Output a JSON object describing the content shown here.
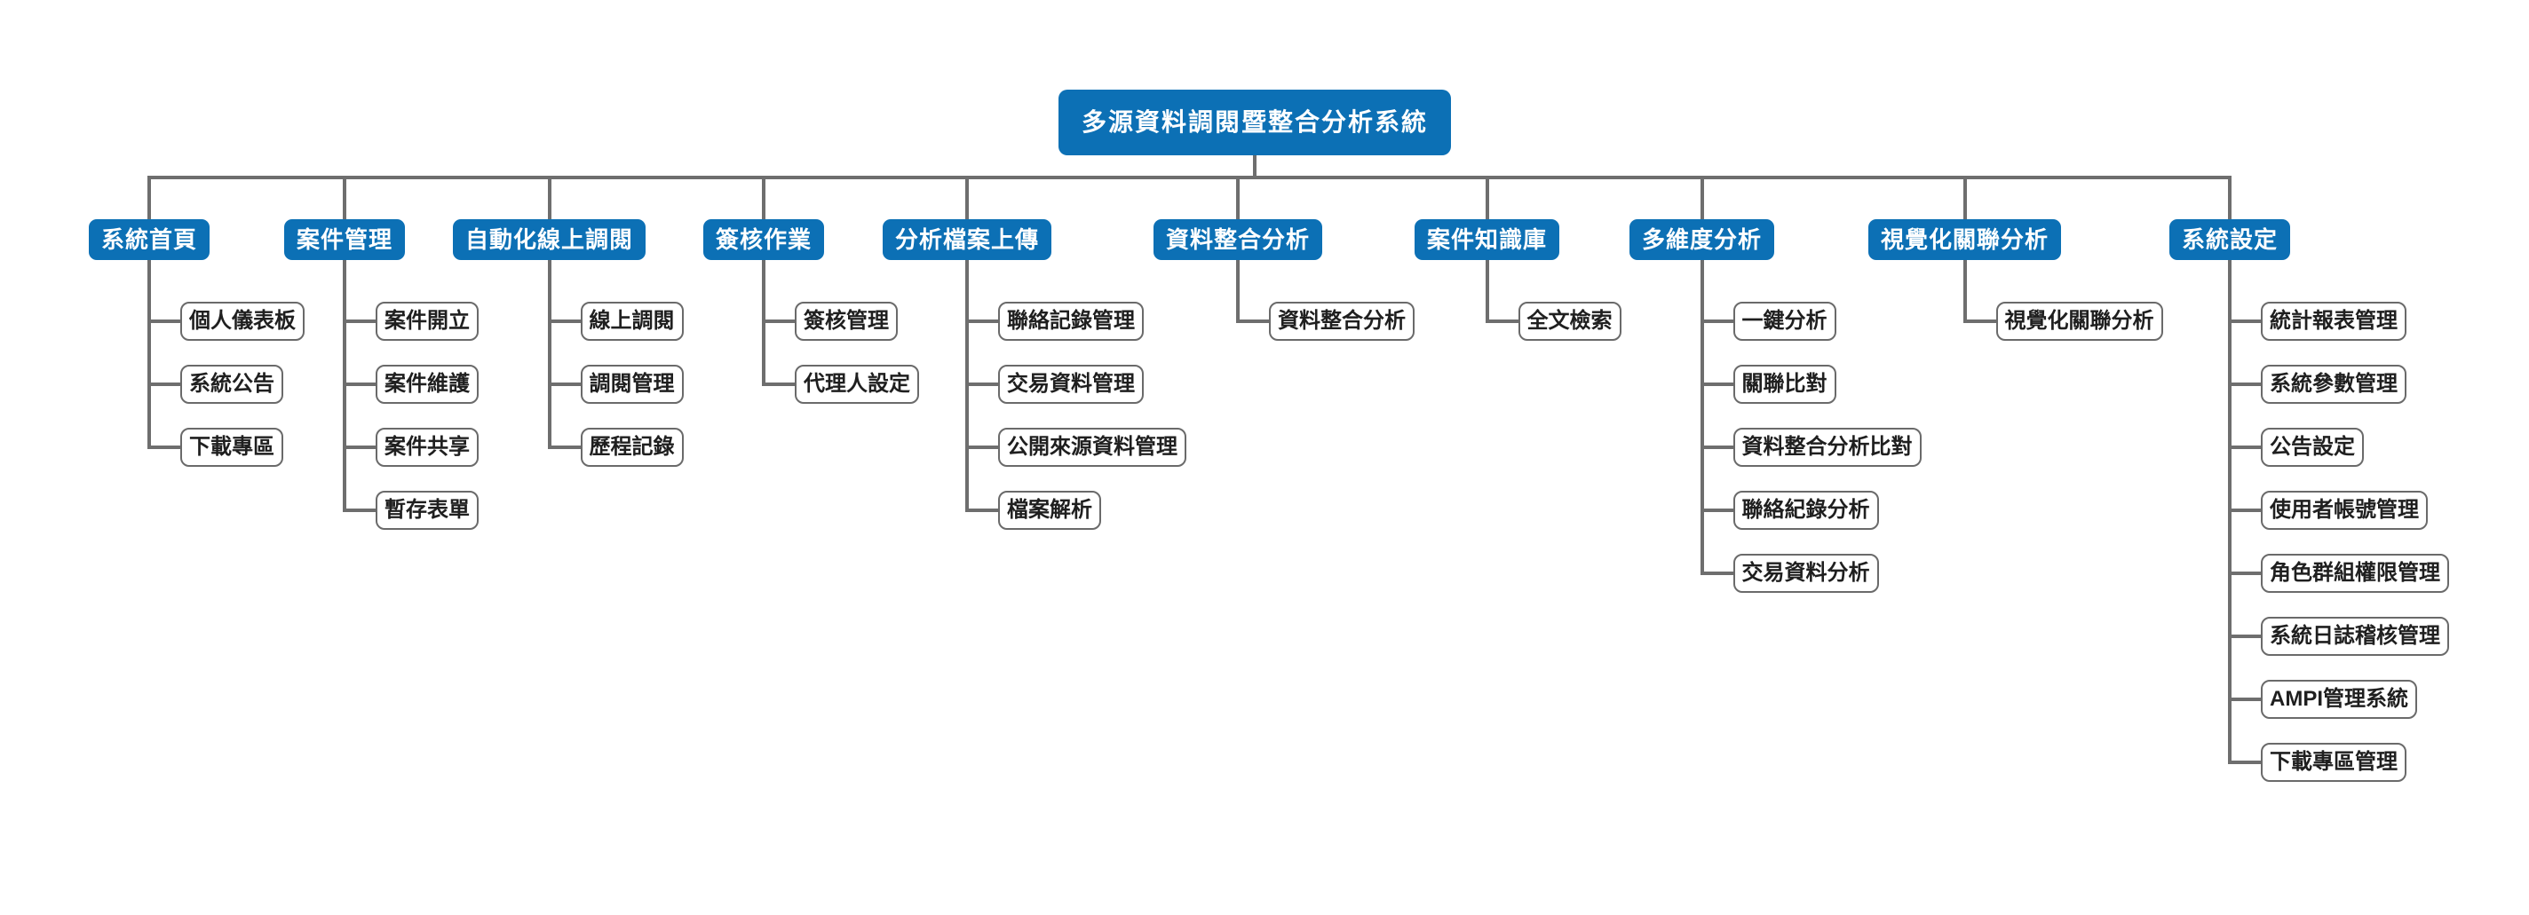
{
  "colors": {
    "node_fill": "#0C70B5",
    "node_text": "#FFFFFF",
    "connector": "#6E6E6E",
    "leaf_border": "#6A6A6A",
    "leaf_text": "#1F1F1F",
    "background": "#FFFFFF"
  },
  "chart": {
    "title": "多源資料調閱暨整合分析系統",
    "sections": [
      {
        "label": "系統首頁",
        "children": [
          "個人儀表板",
          "系統公告",
          "下載專區"
        ]
      },
      {
        "label": "案件管理",
        "children": [
          "案件開立",
          "案件維護",
          "案件共享",
          "暫存表單"
        ]
      },
      {
        "label": "自動化線上調閱",
        "children": [
          "線上調閱",
          "調閱管理",
          "歷程記錄"
        ]
      },
      {
        "label": "簽核作業",
        "children": [
          "簽核管理",
          "代理人設定"
        ]
      },
      {
        "label": "分析檔案上傳",
        "children": [
          "聯絡記錄管理",
          "交易資料管理",
          "公開來源資料管理",
          "檔案解析"
        ]
      },
      {
        "label": "資料整合分析",
        "children": [
          "資料整合分析"
        ]
      },
      {
        "label": "案件知識庫",
        "children": [
          "全文檢索"
        ]
      },
      {
        "label": "多維度分析",
        "children": [
          "一鍵分析",
          "關聯比對",
          "資料整合分析比對",
          "聯絡紀錄分析",
          "交易資料分析"
        ]
      },
      {
        "label": "視覺化關聯分析",
        "children": [
          "視覺化關聯分析"
        ]
      },
      {
        "label": "系統設定",
        "children": [
          "統計報表管理",
          "系統參數管理",
          "公告設定",
          "使用者帳號管理",
          "角色群組權限管理",
          "系統日誌稽核管理",
          "AMPI管理系統",
          "下載專區管理"
        ]
      }
    ]
  }
}
